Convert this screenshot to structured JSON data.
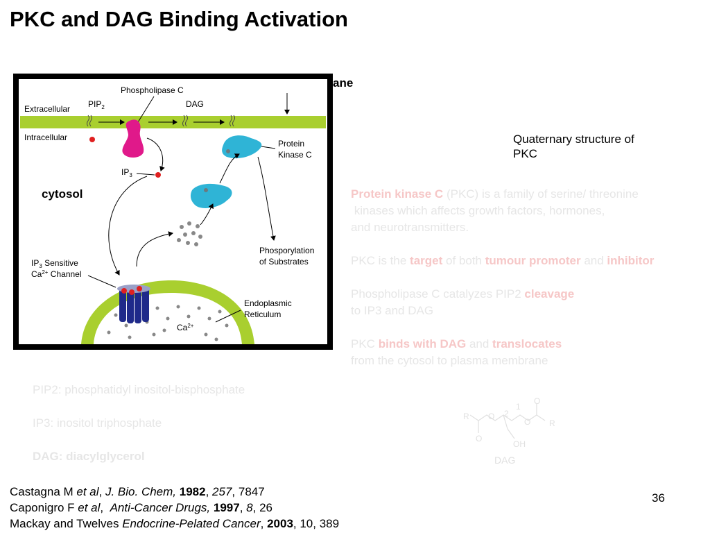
{
  "slide": {
    "title": "PKC and DAG Binding  Activation",
    "page_number": "36"
  },
  "diagram": {
    "plasma_membrane_label": "ane",
    "cytosol_label": "cytosol",
    "labels": {
      "extracellular": "Extracellular",
      "intracellular": "Intracellular",
      "pip2": "PIP",
      "pip2_sub": "2",
      "phospholipase_c": "Phospholipase C",
      "dag": "DAG",
      "protein_kinase_c_1": "Protein",
      "protein_kinase_c_2": "Kinase C",
      "ip3": "IP",
      "ip3_sub": "3",
      "ip3_channel_1": "IP",
      "ip3_channel_1_sub": "3",
      "ip3_channel_1_rest": " Sensitive",
      "ip3_channel_2": "Ca",
      "ip3_channel_2_sup": "2+",
      "ip3_channel_2_rest": " Channel",
      "phosphorylation_1": "Phosporylation",
      "phosphorylation_2": "of Substrates",
      "er_1": "Endoplasmic",
      "er_2": "Reticulum",
      "ca": "Ca",
      "ca_sup": "2+"
    },
    "colors": {
      "membrane": "#a9cf2f",
      "plc": "#e0198a",
      "pkc": "#2fb4d6",
      "channel": "#1f2a8a",
      "ip3_dot": "#e02020"
    }
  },
  "quaternary": {
    "line1": "Quaternary structure of",
    "line2": "PKC"
  },
  "text_block": {
    "p1_red": "Protein kinase C",
    "p1_rest_a": " (PKC) is a family of serine/ threonine",
    "p1_line2": " kinases which affects growth factors, hormones,",
    "p1_line3": "and neurotransmitters.",
    "p2_a": "PKC is the ",
    "p2_red1": "target",
    "p2_b": " of both ",
    "p2_red2": "tumour promoter",
    "p2_c": " and ",
    "p2_red3": "inhibitor",
    "p3_a": "Phospholipase C catalyzes PIP2 ",
    "p3_red": "cleavage",
    "p3_line2": "to IP3 and DAG",
    "p4_a": "PKC ",
    "p4_red1": "binds with DAG",
    "p4_b": " and ",
    "p4_red2": "translocates",
    "p4_line2": "from the cytosol to plasma membrane"
  },
  "abbreviations": {
    "pip2": "PIP2: phosphatidyl inositol-bisphosphate",
    "ip3": "IP3: inositol triphosphate",
    "dag": "DAG: diacylglycerol"
  },
  "dag_structure": {
    "r_left": "R",
    "r_right": "R",
    "o1": "O",
    "o2": "O",
    "o3": "O",
    "o4": "O",
    "oh": "OH",
    "n1": "1",
    "n2": "2",
    "caption": "DAG"
  },
  "references": {
    "r1_a": "Castagna M ",
    "r1_b": "et al",
    "r1_c": ", ",
    "r1_d": "J. Bio. Chem,",
    "r1_e": " ",
    "r1_year": "1982",
    "r1_f": ", ",
    "r1_vol": "257",
    "r1_g": ", 7847",
    "r2_a": "Caponigro F ",
    "r2_b": "et al",
    "r2_c": ",  ",
    "r2_d": "Anti-Cancer Drugs,",
    "r2_e": " ",
    "r2_year": "1997",
    "r2_f": ", ",
    "r2_vol": "8",
    "r2_g": ", 26",
    "r3_a": "Mackay and Twelves ",
    "r3_b": "Endocrine-Pelated Cancer",
    "r3_c": ", ",
    "r3_year": "2003",
    "r3_g": ", 10, 389"
  }
}
